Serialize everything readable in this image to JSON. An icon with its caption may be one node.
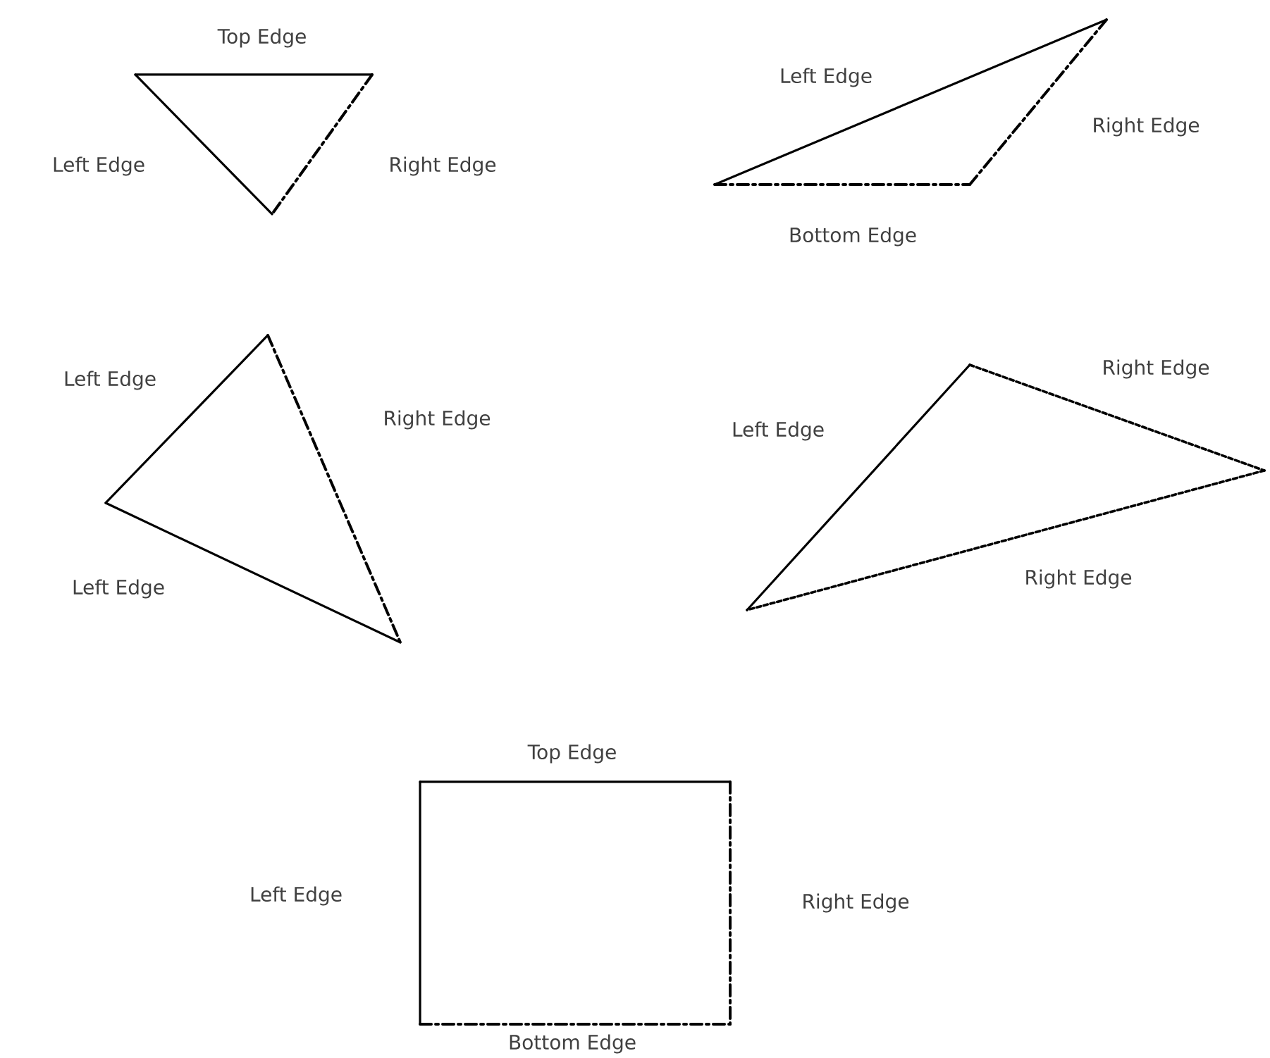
{
  "diagram": {
    "labels": [
      "Top Edge",
      "Left Edge",
      "Left Edge",
      "Right Edge",
      "Right Edge",
      "Bottom Edge",
      "Left Edge",
      "Right Edge",
      "Right Edge",
      "Left Edge",
      "Left Edge",
      "Right Edge",
      "Top Edge",
      "Left Edge",
      "Right Edge",
      "Bottom Edge"
    ]
  }
}
